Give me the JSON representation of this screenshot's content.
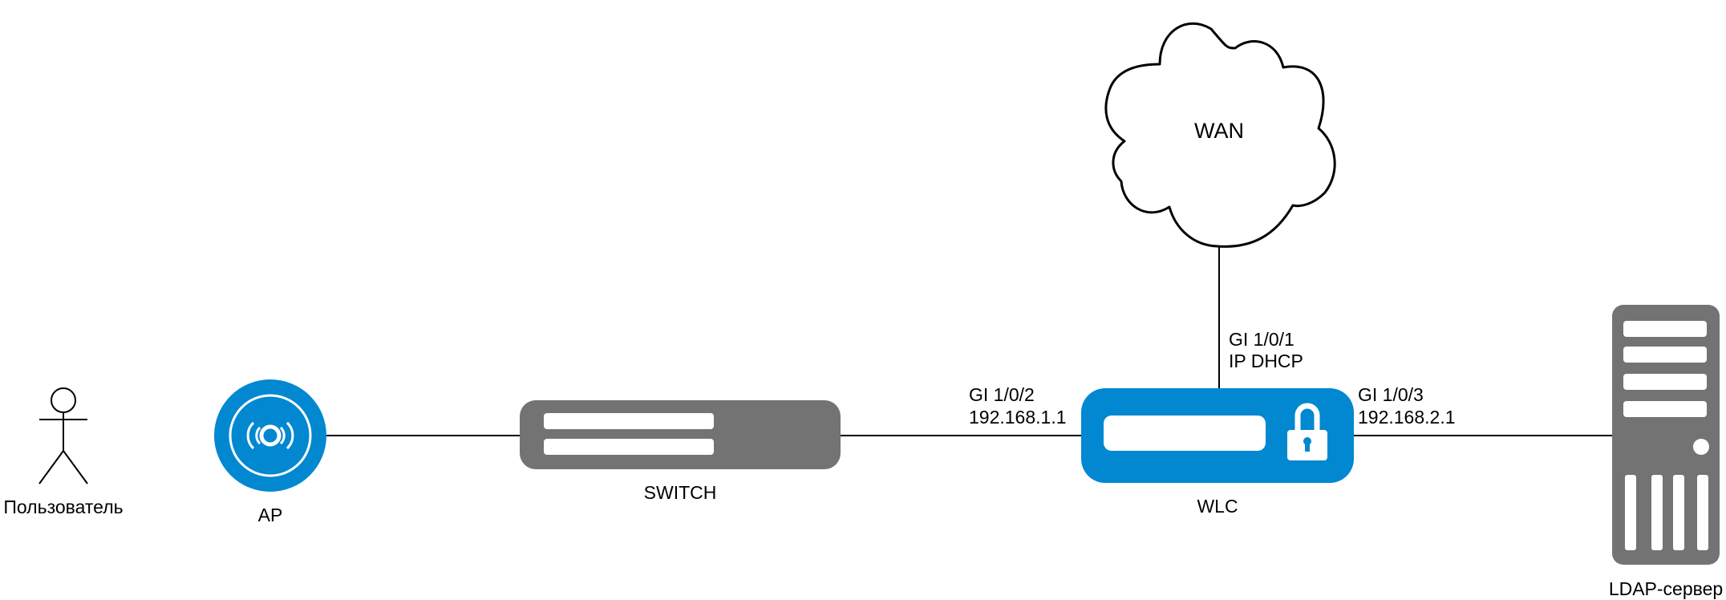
{
  "nodes": {
    "user": {
      "label": "Пользователь"
    },
    "ap": {
      "label": "AP"
    },
    "switch": {
      "label": "SWITCH"
    },
    "wlc": {
      "label": "WLC"
    },
    "wan": {
      "label": "WAN"
    },
    "ldap": {
      "label": "LDAP-сервер"
    }
  },
  "ports": {
    "wan_port": {
      "line1": "GI 1/0/1",
      "line2": "IP DHCP"
    },
    "switch_port": {
      "line1": "GI 1/0/2",
      "line2": "192.168.1.1"
    },
    "ldap_port": {
      "line1": "GI 1/0/3",
      "line2": "192.168.2.1"
    }
  },
  "colors": {
    "accent": "#0288D1",
    "device_gray": "#737373",
    "line": "#000000",
    "white": "#ffffff"
  },
  "icons": {
    "user": "person-icon",
    "ap": "access-point-icon",
    "switch": "switch-icon",
    "wlc": "wireless-controller-icon",
    "lock": "lock-icon",
    "wan": "cloud-icon",
    "ldap": "server-icon"
  }
}
